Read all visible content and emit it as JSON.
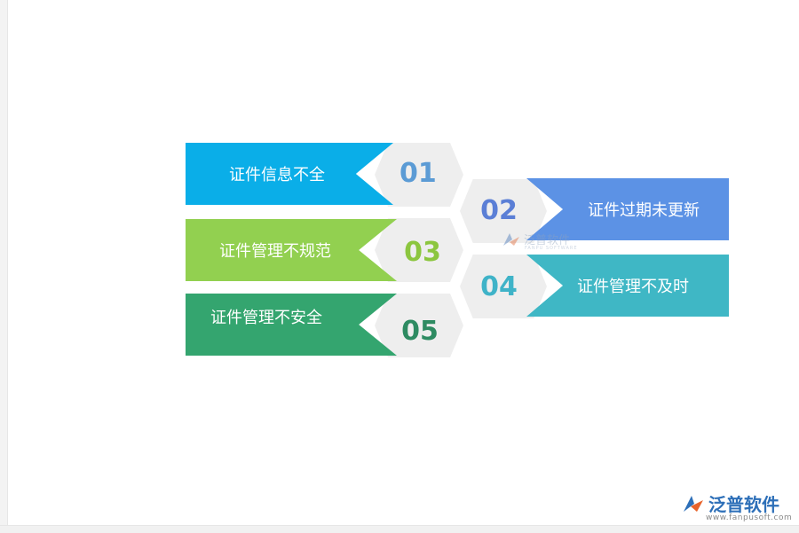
{
  "items": [
    {
      "number": "01",
      "label": "证件信息不全",
      "color": "#0aaee8",
      "num_color": "#5b9bd5"
    },
    {
      "number": "02",
      "label": "证件过期未更新",
      "color": "#5c92e5",
      "num_color": "#5b7fd6"
    },
    {
      "number": "03",
      "label": "证件管理不规范",
      "color": "#92d050",
      "num_color": "#8cc63f"
    },
    {
      "number": "04",
      "label": "证件管理不及时",
      "color": "#3fb7c5",
      "num_color": "#3fb3c8"
    },
    {
      "number": "05",
      "label": "证件管理不安全",
      "color": "#34a56f",
      "num_color": "#2e8b62"
    }
  ],
  "watermark": {
    "text": "泛普软件",
    "sub": "FANPU SOFTWARE",
    "icon": "fanpu-logo-icon"
  },
  "logo": {
    "text": "泛普软件",
    "url": "www.fanpusoft.com",
    "icon": "fanpu-logo-icon",
    "color": "#2d6fb8"
  },
  "hex_color": "#eeeeee"
}
